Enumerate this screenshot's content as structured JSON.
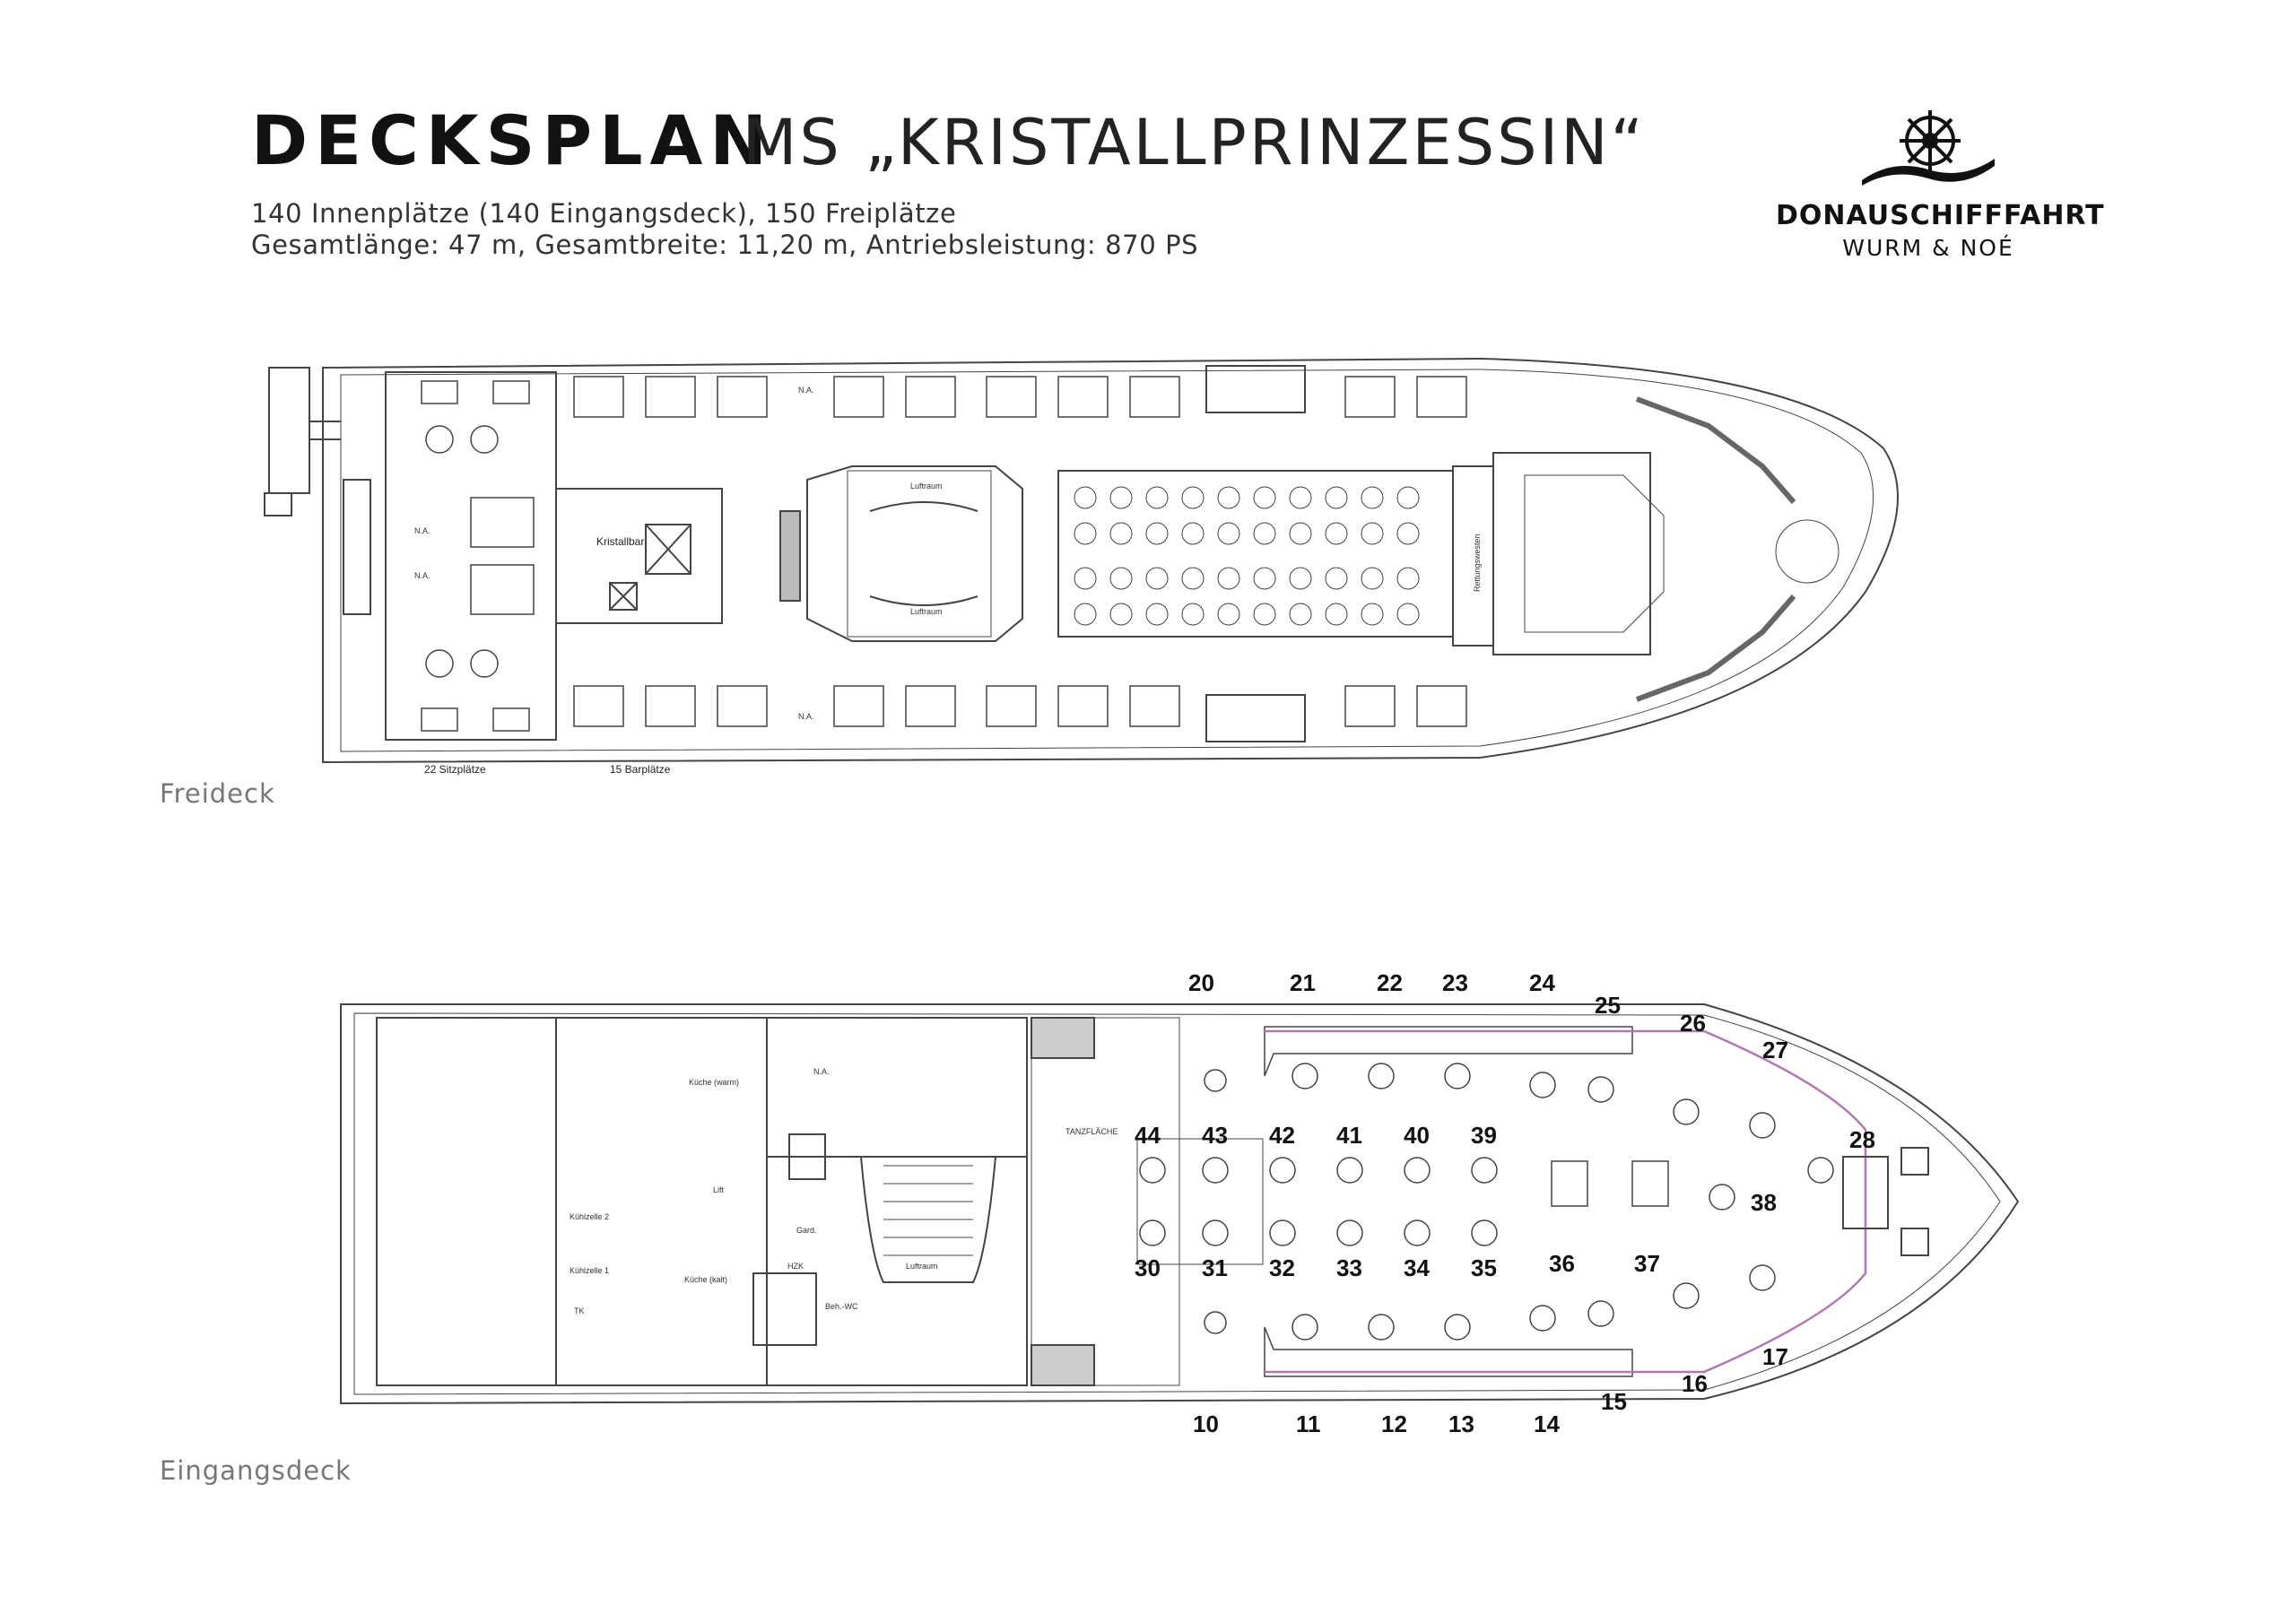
{
  "title": {
    "main": "DECKSPLAN",
    "ship": "MS „KRISTALLPRINZESSIN“"
  },
  "subtitle": {
    "line1": "140 Innenplätze (140 Eingangsdeck), 150 Freiplätze",
    "line2": "Gesamtlänge: 47 m, Gesamtbreite: 11,20 m, Antriebsleistung: 870 PS"
  },
  "logo": {
    "name": "DONAUSCHIFFFAHRT",
    "sub": "WURM & NOÉ",
    "icon": "ship-wheel-wave-icon"
  },
  "free_deck": {
    "label": "Freideck",
    "annotations": {
      "sitzplaetze": "22 Sitzplätze",
      "barplaetze": "15 Barplätze",
      "kristallbar": "Kristallbar",
      "luftraum_top": "Luftraum",
      "luftraum_bottom": "Luftraum",
      "rettungswesten": "Rettungswesten",
      "na1": "N.A.",
      "na2": "N.A.",
      "na3": "N.A.",
      "na4": "N.A."
    }
  },
  "entry_deck": {
    "label": "Eingangsdeck",
    "annotations": {
      "kueche_warm": "Küche (warm)",
      "kuehlzelle2": "Kühlzelle 2",
      "kuehlzelle1": "Kühlzelle 1",
      "kueche_kalt": "Küche (kalt)",
      "tk": "TK",
      "gard": "Gard.",
      "beh_wc": "Beh.-WC",
      "luftraum": "Luftraum",
      "tanzflaeche": "TANZFLÄCHE",
      "hzk": "HZK",
      "lift": "Lift",
      "na": "N.A."
    },
    "window_numbers": [
      "10",
      "11",
      "12",
      "13",
      "14",
      "15",
      "16",
      "17",
      "20",
      "21",
      "22",
      "23",
      "24",
      "25",
      "26",
      "27",
      "28"
    ],
    "table_numbers": [
      "30",
      "31",
      "32",
      "33",
      "34",
      "35",
      "36",
      "37",
      "38",
      "39",
      "40",
      "41",
      "42",
      "43",
      "44"
    ]
  },
  "colors": {
    "line": "#444444",
    "text": "#222222",
    "accent_line": "#b07ab0",
    "label_gray": "#777777"
  }
}
